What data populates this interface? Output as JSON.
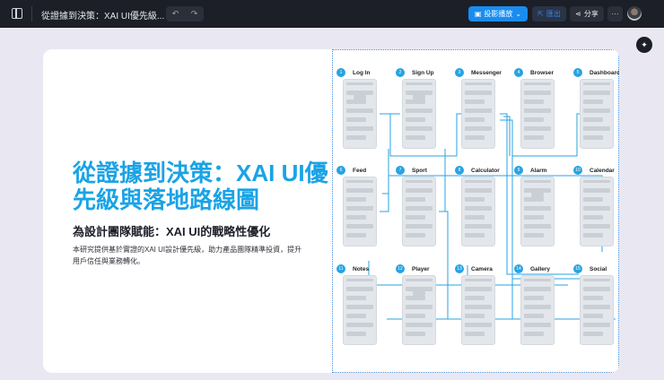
{
  "topbar": {
    "doc_title": "從證據到決策：XAI UI優先級...",
    "undo": "↶",
    "redo": "↷",
    "play_label": "投影播放",
    "export_label": "匯出",
    "share_label": "分享",
    "more_label": "···"
  },
  "slide": {
    "title": "從證據到決策：XAI UI優先級與落地路線圖",
    "subtitle": "為設計團隊賦能：XAI UI的戰略性優化",
    "description": "本研究提供基於實證的XAI UI設計優先級，助力產品團隊精準投資，提升用戶信任與業務轉化。"
  },
  "wireframes": [
    {
      "n": "1",
      "label": "Log In"
    },
    {
      "n": "2",
      "label": "Sign Up"
    },
    {
      "n": "3",
      "label": "Messenger"
    },
    {
      "n": "4",
      "label": "Browser"
    },
    {
      "n": "5",
      "label": "Dashboard"
    },
    {
      "n": "6",
      "label": "Feed"
    },
    {
      "n": "7",
      "label": "Sport"
    },
    {
      "n": "8",
      "label": "Calculator"
    },
    {
      "n": "9",
      "label": "Alarm"
    },
    {
      "n": "10",
      "label": "Calendar"
    },
    {
      "n": "11",
      "label": "Notes"
    },
    {
      "n": "12",
      "label": "Player"
    },
    {
      "n": "13",
      "label": "Camera"
    },
    {
      "n": "14",
      "label": "Gallery"
    },
    {
      "n": "15",
      "label": "Social"
    }
  ],
  "colors": {
    "accent": "#1aa3e6",
    "topbar": "#1c1f27",
    "primary_button": "#1a8cf0"
  }
}
